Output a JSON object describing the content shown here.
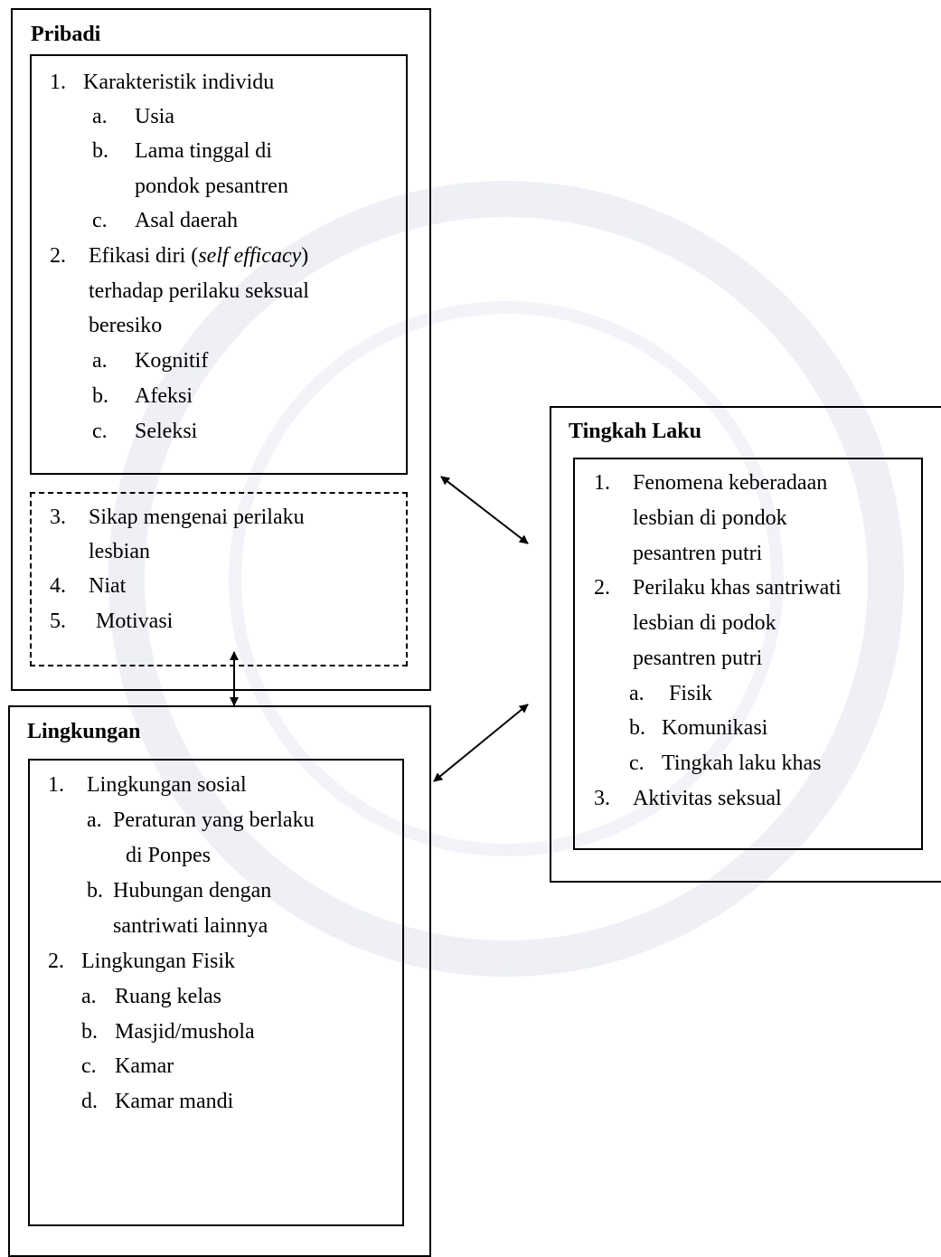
{
  "pribadi": {
    "title": "Pribadi",
    "item1": {
      "num": "1.",
      "label": "Karakteristik individu",
      "subs": [
        {
          "letter": "a.",
          "text": "Usia"
        },
        {
          "letter": "b.",
          "text": "Lama tinggal di"
        },
        {
          "letter": "",
          "text": "pondok pesantren"
        },
        {
          "letter": "c.",
          "text": "Asal daerah"
        }
      ]
    },
    "item2": {
      "num": "2.",
      "line1_pre": "Efikasi diri (",
      "line1_italic": "self efficacy",
      "line1_post": ")",
      "line2": "terhadap perilaku seksual",
      "line3": "beresiko",
      "subs": [
        {
          "letter": "a.",
          "text": "Kognitif"
        },
        {
          "letter": "b.",
          "text": "Afeksi"
        },
        {
          "letter": "c.",
          "text": "Seleksi"
        }
      ]
    },
    "dashed": {
      "item3_num": "3.",
      "item3_line1": "Sikap mengenai perilaku",
      "item3_line2": "lesbian",
      "item4_num": "4.",
      "item4_text": "Niat",
      "item5_num": "5.",
      "item5_text": "Motivasi"
    }
  },
  "tingkah_laku": {
    "title": "Tingkah Laku",
    "item1_num": "1.",
    "item1_lines": [
      "Fenomena keberadaan",
      "lesbian di pondok",
      "pesantren putri"
    ],
    "item2_num": "2.",
    "item2_lines": [
      "Perilaku khas santriwati",
      "lesbian di podok",
      "pesantren putri"
    ],
    "subs": [
      {
        "letter": "a.",
        "text": "Fisik"
      },
      {
        "letter": "b.",
        "text": "Komunikasi"
      },
      {
        "letter": "c.",
        "text": "Tingkah laku khas"
      }
    ],
    "item3_num": "3.",
    "item3_text": "Aktivitas seksual"
  },
  "lingkungan": {
    "title": "Lingkungan",
    "item1_num": "1.",
    "item1_label": "Lingkungan sosial",
    "item1_subs": [
      {
        "letter": "a.",
        "lines": [
          "Peraturan yang berlaku",
          "di Ponpes"
        ]
      },
      {
        "letter": "b.",
        "lines": [
          "Hubungan dengan",
          "santriwati lainnya"
        ]
      }
    ],
    "item2_num": "2.",
    "item2_label": "Lingkungan Fisik",
    "item2_subs": [
      {
        "letter": "a.",
        "text": "Ruang kelas"
      },
      {
        "letter": "b.",
        "text": "Masjid/mushola"
      },
      {
        "letter": "c.",
        "text": "Kamar"
      },
      {
        "letter": "d.",
        "text": "Kamar mandi"
      }
    ]
  }
}
